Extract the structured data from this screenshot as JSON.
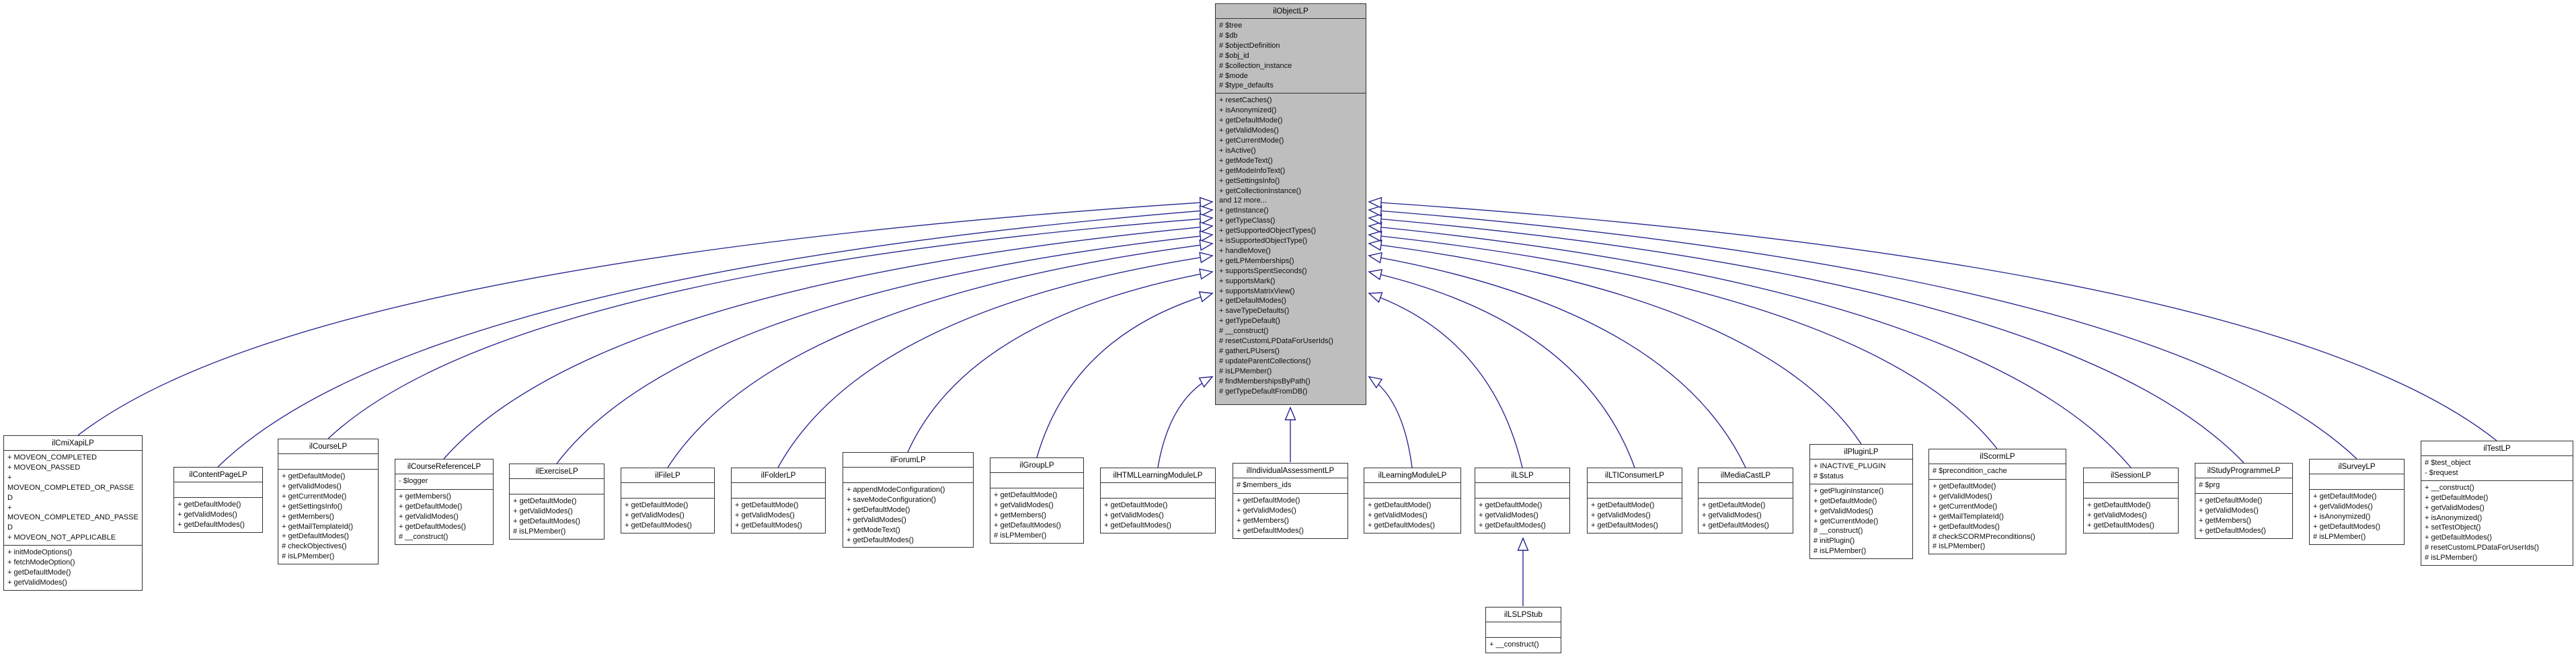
{
  "colors": {
    "edge": "#23238f",
    "node_border": "#323232",
    "node_fill": "#ffffff",
    "highlight_node_fill": "#bebebe",
    "text": "#000000"
  },
  "classes": [
    {
      "name": "ilObjectLP",
      "attrs": [
        "# $tree",
        "# $db",
        "# $objectDefinition",
        "# $obj_id",
        "# $collection_instance",
        "# $mode",
        "# $type_defaults"
      ],
      "methods": [
        "+ resetCaches()",
        "+ isAnonymized()",
        "+ getDefaultMode()",
        "+ getValidModes()",
        "+ getCurrentMode()",
        "+ isActive()",
        "+ getModeText()",
        "+ getModeInfoText()",
        "+ getSettingsInfo()",
        "+ getCollectionInstance()",
        "and 12 more...",
        "+ getInstance()",
        "+ getTypeClass()",
        "+ getSupportedObjectTypes()",
        "+ isSupportedObjectType()",
        "+ handleMove()",
        "+ getLPMemberships()",
        "+ supportsSpentSeconds()",
        "+ supportsMark()",
        "+ supportsMatrixView()",
        "+ getDefaultModes()",
        "+ saveTypeDefaults()",
        "+ getTypeDefault()",
        "# __construct()",
        "# resetCustomLPDataForUserIds()",
        "# gatherLPUsers()",
        "# updateParentCollections()",
        "# isLPMember()",
        "# findMembershipsByPath()",
        "# getTypeDefaultFromDB()"
      ]
    },
    {
      "name": "ilCmiXapiLP",
      "attrs": [
        "+ MOVEON_COMPLETED",
        "+ MOVEON_PASSED",
        "+ MOVEON_COMPLETED_OR_PASSED",
        "+ MOVEON_COMPLETED_AND_PASSED",
        "+ MOVEON_NOT_APPLICABLE"
      ],
      "methods": [
        "+ initModeOptions()",
        "+ fetchModeOption()",
        "+ getDefaultMode()",
        "+ getValidModes()"
      ]
    },
    {
      "name": "ilContentPageLP",
      "attrs": [],
      "methods": [
        "+ getDefaultMode()",
        "+ getValidModes()",
        "+ getDefaultModes()"
      ]
    },
    {
      "name": "ilCourseLP",
      "attrs": [],
      "methods": [
        "+ getDefaultMode()",
        "+ getValidModes()",
        "+ getCurrentMode()",
        "+ getSettingsInfo()",
        "+ getMembers()",
        "+ getMailTemplateId()",
        "+ getDefaultModes()",
        "# checkObjectives()",
        "# isLPMember()"
      ]
    },
    {
      "name": "ilCourseReferenceLP",
      "attrs": [
        "- $logger"
      ],
      "methods": [
        "+ getMembers()",
        "+ getDefaultMode()",
        "+ getValidModes()",
        "+ getDefaultModes()",
        "# __construct()"
      ]
    },
    {
      "name": "ilExerciseLP",
      "attrs": [],
      "methods": [
        "+ getDefaultMode()",
        "+ getValidModes()",
        "+ getDefaultModes()",
        "# isLPMember()"
      ]
    },
    {
      "name": "ilFileLP",
      "attrs": [],
      "methods": [
        "+ getDefaultMode()",
        "+ getValidModes()",
        "+ getDefaultModes()"
      ]
    },
    {
      "name": "ilFolderLP",
      "attrs": [],
      "methods": [
        "+ getDefaultMode()",
        "+ getValidModes()",
        "+ getDefaultModes()"
      ]
    },
    {
      "name": "ilForumLP",
      "attrs": [],
      "methods": [
        "+ appendModeConfiguration()",
        "+ saveModeConfiguration()",
        "+ getDefaultMode()",
        "+ getValidModes()",
        "+ getModeText()",
        "+ getDefaultModes()"
      ]
    },
    {
      "name": "ilGroupLP",
      "attrs": [],
      "methods": [
        "+ getDefaultMode()",
        "+ getValidModes()",
        "+ getMembers()",
        "+ getDefaultModes()",
        "# isLPMember()"
      ]
    },
    {
      "name": "ilHTMLLearningModuleLP",
      "attrs": [],
      "methods": [
        "+ getDefaultMode()",
        "+ getValidModes()",
        "+ getDefaultModes()"
      ]
    },
    {
      "name": "ilIndividualAssessmentLP",
      "attrs": [
        "# $members_ids"
      ],
      "methods": [
        "+ getDefaultMode()",
        "+ getValidModes()",
        "+ getMembers()",
        "+ getDefaultModes()"
      ]
    },
    {
      "name": "ilLearningModuleLP",
      "attrs": [],
      "methods": [
        "+ getDefaultMode()",
        "+ getValidModes()",
        "+ getDefaultModes()"
      ]
    },
    {
      "name": "ilLSLP",
      "attrs": [],
      "methods": [
        "+ getDefaultMode()",
        "+ getValidModes()",
        "+ getDefaultModes()"
      ]
    },
    {
      "name": "ilLTIConsumerLP",
      "attrs": [],
      "methods": [
        "+ getDefaultMode()",
        "+ getValidModes()",
        "+ getDefaultModes()"
      ]
    },
    {
      "name": "ilMediaCastLP",
      "attrs": [],
      "methods": [
        "+ getDefaultMode()",
        "+ getValidModes()",
        "+ getDefaultModes()"
      ]
    },
    {
      "name": "ilPluginLP",
      "attrs": [
        "+ INACTIVE_PLUGIN",
        "# $status"
      ],
      "methods": [
        "+ getPluginInstance()",
        "+ getDefaultMode()",
        "+ getValidModes()",
        "+ getCurrentMode()",
        "# __construct()",
        "# initPlugin()",
        "# isLPMember()"
      ]
    },
    {
      "name": "ilScormLP",
      "attrs": [
        "# $precondition_cache"
      ],
      "methods": [
        "+ getDefaultMode()",
        "+ getValidModes()",
        "+ getCurrentMode()",
        "+ getMailTemplateId()",
        "+ getDefaultModes()",
        "# checkSCORMPreconditions()",
        "# isLPMember()"
      ]
    },
    {
      "name": "ilSessionLP",
      "attrs": [],
      "methods": [
        "+ getDefaultMode()",
        "+ getValidModes()",
        "+ getDefaultModes()"
      ]
    },
    {
      "name": "ilStudyProgrammeLP",
      "attrs": [
        "# $prg"
      ],
      "methods": [
        "+ getDefaultMode()",
        "+ getValidModes()",
        "+ getMembers()",
        "+ getDefaultModes()"
      ]
    },
    {
      "name": "ilSurveyLP",
      "attrs": [],
      "methods": [
        "+ getDefaultMode()",
        "+ getValidModes()",
        "+ isAnonymized()",
        "+ getDefaultModes()",
        "# isLPMember()"
      ]
    },
    {
      "name": "ilTestLP",
      "attrs": [
        "# $test_object",
        "- $request"
      ],
      "methods": [
        "+ __construct()",
        "+ getDefaultMode()",
        "+ getValidModes()",
        "+ isAnonymized()",
        "+ setTestObject()",
        "+ getDefaultModes()",
        "# resetCustomLPDataForUserIds()",
        "# isLPMember()"
      ]
    },
    {
      "name": "ilLSLPStub",
      "attrs": [],
      "methods": [
        "+ __construct()"
      ]
    }
  ]
}
